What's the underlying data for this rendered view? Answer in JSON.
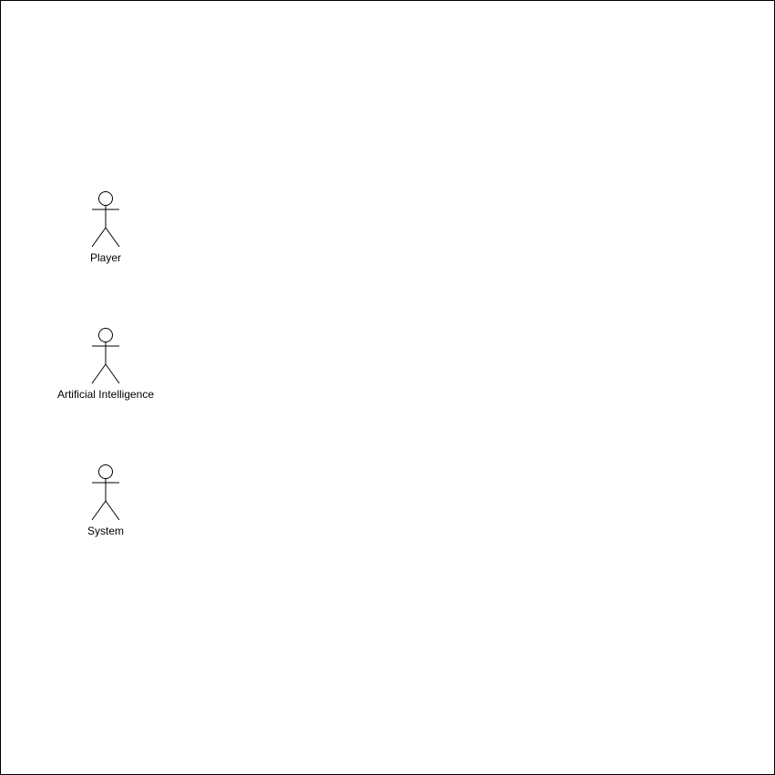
{
  "diagram": {
    "type": "use-case",
    "actors": [
      {
        "label": "Player"
      },
      {
        "label": "Artificial Intelligence"
      },
      {
        "label": "System"
      }
    ]
  }
}
